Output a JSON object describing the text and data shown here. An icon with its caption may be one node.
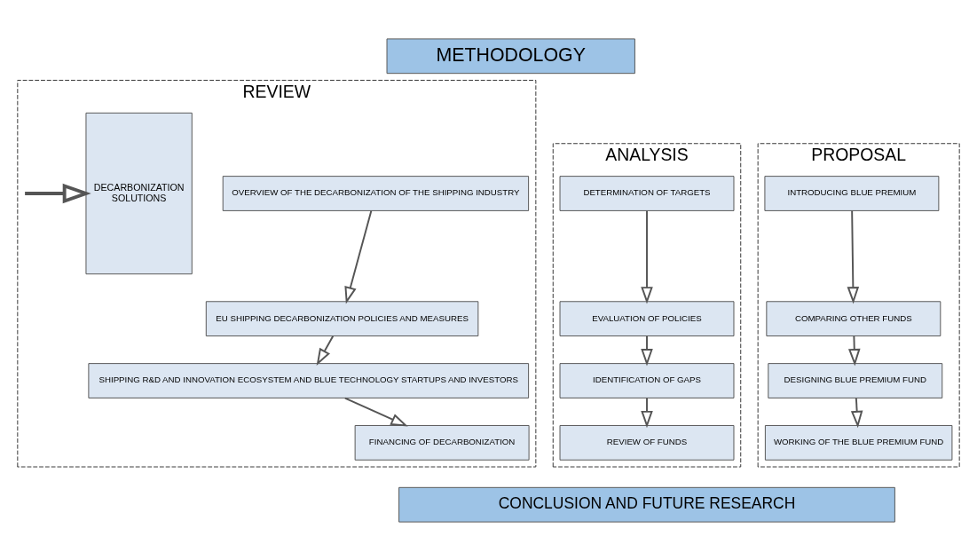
{
  "diagram": {
    "nodes": [
      {
        "text": [
          "METHODOLOGY"
        ]
      },
      {
        "text": [
          "REVIEW"
        ]
      },
      {
        "text": [
          "OVERVIEW OF THE DECARBONIZATION OF THE SHIPPING INDUSTRY"
        ],
        "in": 1
      },
      {
        "text": [
          "EU SHIPPING DECARBONIZATION POLICIES AND MEASURES"
        ],
        "in": 1
      },
      {
        "text": [
          "SHIPPING R&D AND INNOVATION ECOSYSTEM AND BLUE TECHNOLOGY STARTUPS AND INVESTORS"
        ],
        "in": 1
      },
      {
        "text": [
          "FINANCING OF DECARBONIZATION"
        ],
        "in": 1
      },
      {
        "text": [
          "DECARBONIZATION SOLUTIONS"
        ],
        "in": 1
      },
      {
        "text": [
          "ANALYSIS"
        ]
      },
      {
        "text": [
          "DETERMINATION OF TARGETS"
        ],
        "in": 7
      },
      {
        "text": [
          "EVALUATION OF POLICIES"
        ],
        "in": 7
      },
      {
        "text": [
          "IDENTIFICATION OF GAPS"
        ],
        "in": 7
      },
      {
        "text": [
          "REVIEW OF FUNDS"
        ],
        "in": 7
      },
      {
        "text": [
          "PROPOSAL"
        ]
      },
      {
        "text": [
          "INTRODUCING BLUE PREMIUM"
        ],
        "in": 12
      },
      {
        "text": [
          "COMPARING OTHER FUNDS"
        ],
        "in": 12
      },
      {
        "text": [
          "DESIGNING BLUE PREMIUM FUND"
        ],
        "in": 12
      },
      {
        "text": [
          "WORKING OF THE BLUE PREMIUM FUND"
        ],
        "in": 12
      },
      {
        "text": [
          "CONCLUSION AND FUTURE RESEARCH"
        ]
      }
    ],
    "edges": [
      {
        "from": 2,
        "to": 3,
        "arrow": "to"
      },
      {
        "from": 3,
        "to": 4,
        "arrow": "to"
      },
      {
        "from": 4,
        "to": 5,
        "arrow": "to"
      },
      {
        "from": null,
        "to": 6,
        "arrow": "to",
        "style": "thick"
      },
      {
        "from": 8,
        "to": 9,
        "arrow": "to"
      },
      {
        "from": 9,
        "to": 10,
        "arrow": "to"
      },
      {
        "from": 10,
        "to": 11,
        "arrow": "to"
      },
      {
        "from": 13,
        "to": 14,
        "arrow": "to"
      },
      {
        "from": 14,
        "to": 15,
        "arrow": "to"
      },
      {
        "from": 15,
        "to": 16,
        "arrow": "to"
      }
    ]
  }
}
